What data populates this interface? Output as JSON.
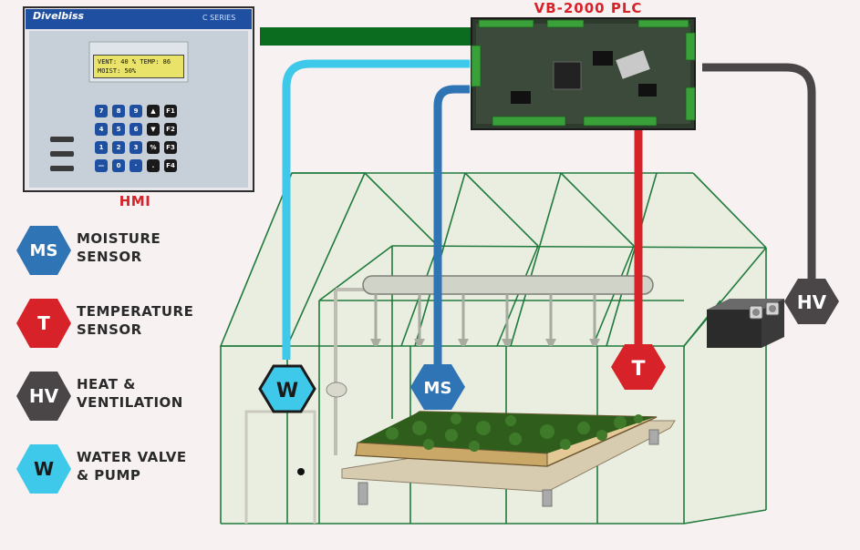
{
  "labels": {
    "hmi": "HMI",
    "plc": "VB-2000 PLC",
    "brand": "Divelbiss",
    "series": "C SERIES"
  },
  "lcd": {
    "line1": "VENT: 40 %   TEMP: 86",
    "line2": "MOIST:  50%"
  },
  "legend": [
    {
      "code": "MS",
      "line1": "MOISTURE",
      "line2": "SENSOR",
      "color": "#2f74b5"
    },
    {
      "code": "T",
      "line1": "TEMPERATURE",
      "line2": "SENSOR",
      "color": "#d8222a"
    },
    {
      "code": "HV",
      "line1": "HEAT &",
      "line2": "VENTILATION",
      "color": "#4a4547"
    },
    {
      "code": "W",
      "line1": "WATER VALVE",
      "line2": "& PUMP",
      "color": "#3ec9ea"
    }
  ],
  "markers": {
    "w": "W",
    "ms": "MS",
    "t": "T",
    "hv": "HV"
  },
  "colors": {
    "greenhouse": "#1f7a3c",
    "link": "#0b6b1e",
    "water": "#3ec9ea",
    "moisture": "#2f74b5",
    "temperature": "#d8222a",
    "heat": "#4a4547",
    "hmi_frame": "#1e4fa0"
  },
  "keypad": {
    "row1": [
      "7",
      "8",
      "9",
      "▲",
      "F1"
    ],
    "row2": [
      "4",
      "5",
      "6",
      "▼",
      "F2"
    ],
    "row3": [
      "1",
      "2",
      "3",
      "%",
      "F3"
    ],
    "row4": [
      "—",
      "0",
      "·",
      ".",
      "F4"
    ]
  }
}
